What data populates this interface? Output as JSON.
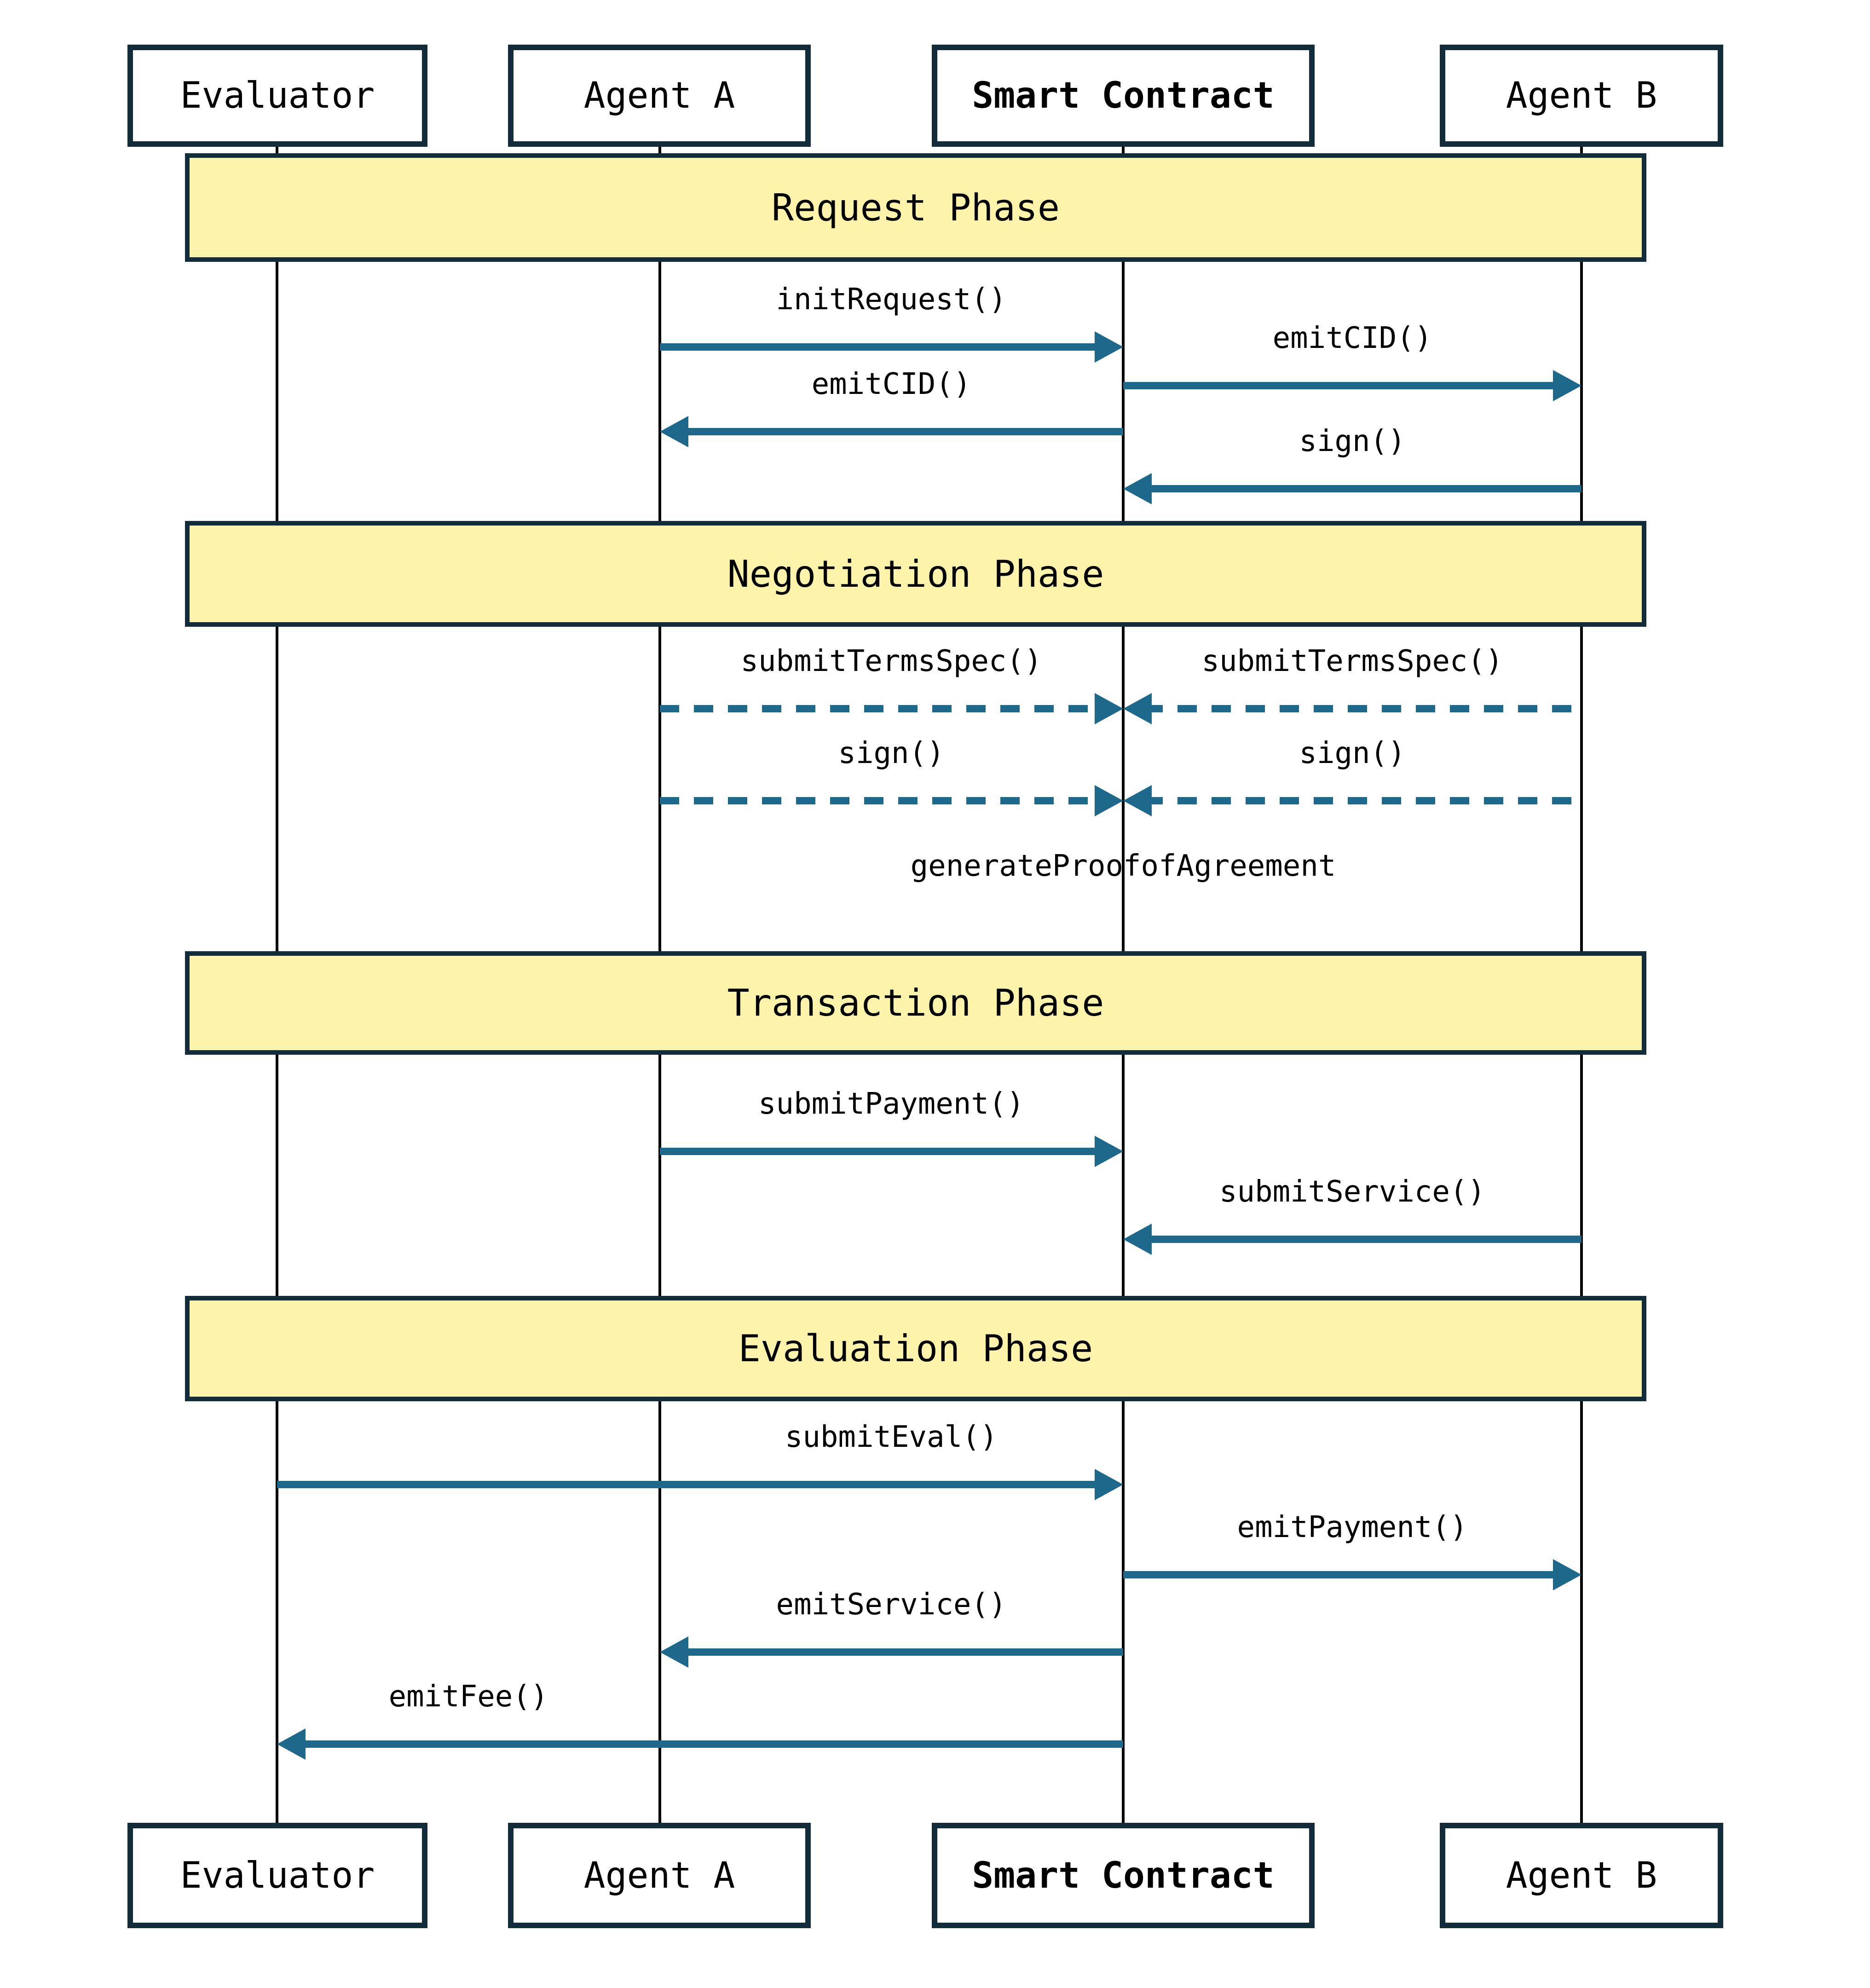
{
  "diagram_type": "sequence-diagram",
  "colors": {
    "arrow": "#1e688c",
    "phase": "#fef3ab",
    "border": "#132c3c",
    "lifeline": "#000000"
  },
  "actors": [
    {
      "id": "evaluator",
      "label": "Evaluator",
      "bold": false
    },
    {
      "id": "agent-a",
      "label": "Agent A",
      "bold": false
    },
    {
      "id": "smart-contract",
      "label": "Smart Contract",
      "bold": true
    },
    {
      "id": "agent-b",
      "label": "Agent B",
      "bold": false
    }
  ],
  "phases": [
    {
      "label": "Request Phase"
    },
    {
      "label": "Negotiation Phase"
    },
    {
      "label": "Transaction Phase"
    },
    {
      "label": "Evaluation Phase"
    }
  ],
  "messages": [
    {
      "label": "initRequest()",
      "from": "Agent A",
      "to": "Smart Contract",
      "style": "solid"
    },
    {
      "label": "emitCID()",
      "from": "Smart Contract",
      "to": "Agent B",
      "style": "solid"
    },
    {
      "label": "emitCID()",
      "from": "Smart Contract",
      "to": "Agent A",
      "style": "solid"
    },
    {
      "label": "sign()",
      "from": "Agent B",
      "to": "Smart Contract",
      "style": "solid"
    },
    {
      "label": "submitTermsSpec()",
      "from": "Agent A",
      "to": "Smart Contract",
      "style": "dashed"
    },
    {
      "label": "submitTermsSpec()",
      "from": "Agent B",
      "to": "Smart Contract",
      "style": "dashed"
    },
    {
      "label": "sign()",
      "from": "Agent A",
      "to": "Smart Contract",
      "style": "dashed"
    },
    {
      "label": "sign()",
      "from": "Agent B",
      "to": "Smart Contract",
      "style": "dashed"
    },
    {
      "label": "generateProofofAgreement",
      "from": "Smart Contract",
      "to": "Smart Contract",
      "style": "self-note"
    },
    {
      "label": "submitPayment()",
      "from": "Agent A",
      "to": "Smart Contract",
      "style": "solid"
    },
    {
      "label": "submitService()",
      "from": "Agent B",
      "to": "Smart Contract",
      "style": "solid"
    },
    {
      "label": "submitEval()",
      "from": "Evaluator",
      "to": "Smart Contract",
      "style": "solid"
    },
    {
      "label": "emitPayment()",
      "from": "Smart Contract",
      "to": "Agent B",
      "style": "solid"
    },
    {
      "label": "emitService()",
      "from": "Smart Contract",
      "to": "Agent A",
      "style": "solid"
    },
    {
      "label": "emitFee()",
      "from": "Smart Contract",
      "to": "Evaluator",
      "style": "solid"
    }
  ]
}
